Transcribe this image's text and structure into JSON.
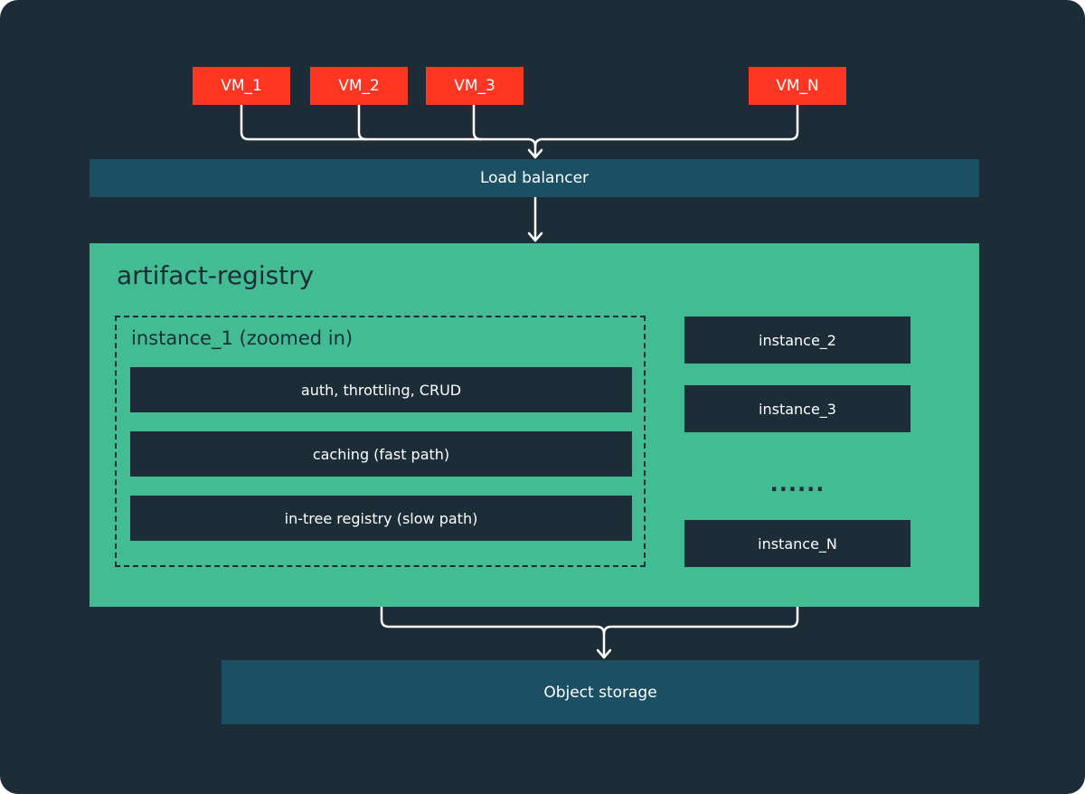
{
  "colors": {
    "background": "#1c2d37",
    "vm": "#ff3621",
    "band": "#1b4f63",
    "registry": "#43bc94",
    "dark_box": "#1c2d37",
    "line": "#ffffff"
  },
  "clients": [
    "VM_1",
    "VM_2",
    "VM_3",
    "VM_N"
  ],
  "load_balancer": {
    "label": "Load balancer"
  },
  "registry": {
    "title": "artifact-registry",
    "zoomed_instance": {
      "title": "instance_1 (zoomed in)",
      "stages": [
        "auth, throttling, CRUD",
        "caching (fast path)",
        "in-tree registry (slow path)"
      ]
    },
    "instances": [
      "instance_2",
      "instance_3",
      "instance_N"
    ],
    "ellipsis": "......"
  },
  "storage": {
    "label": "Object storage"
  }
}
